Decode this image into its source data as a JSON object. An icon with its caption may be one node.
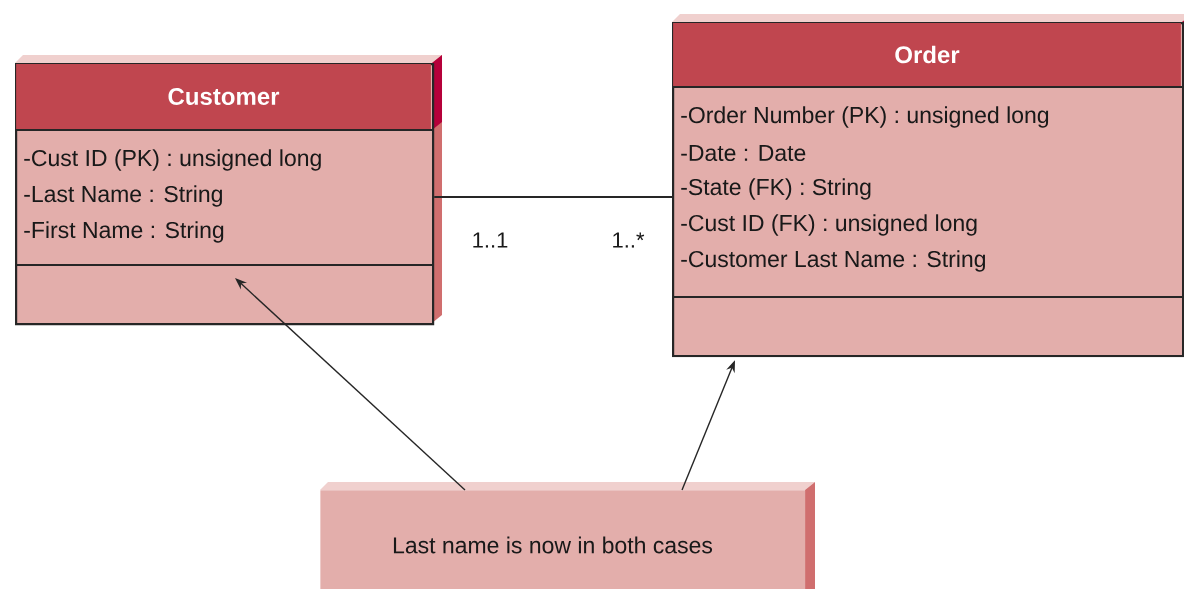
{
  "diagram": {
    "nodes": [
      {
        "text": [
          "Customer",
          "-Cust ID (PK) : unsigned long",
          "-Last Name : String",
          "-First Name : String"
        ]
      },
      {
        "text": [
          "Order",
          "-Order Number (PK) : unsigned long",
          "-Date : Date",
          "-State (FK) : String",
          "-Cust ID (FK) : unsigned long",
          "-Customer Last Name : String"
        ]
      },
      {
        "text": [
          "Last name is now in both cases"
        ]
      }
    ],
    "edges": [
      {
        "from": 0,
        "to": 1,
        "arrow": "none"
      },
      {
        "from": 2,
        "to": 0,
        "arrow": "to"
      },
      {
        "from": 2,
        "to": 1,
        "arrow": "to"
      }
    ],
    "labels": [
      "1..1",
      "1..*"
    ]
  }
}
